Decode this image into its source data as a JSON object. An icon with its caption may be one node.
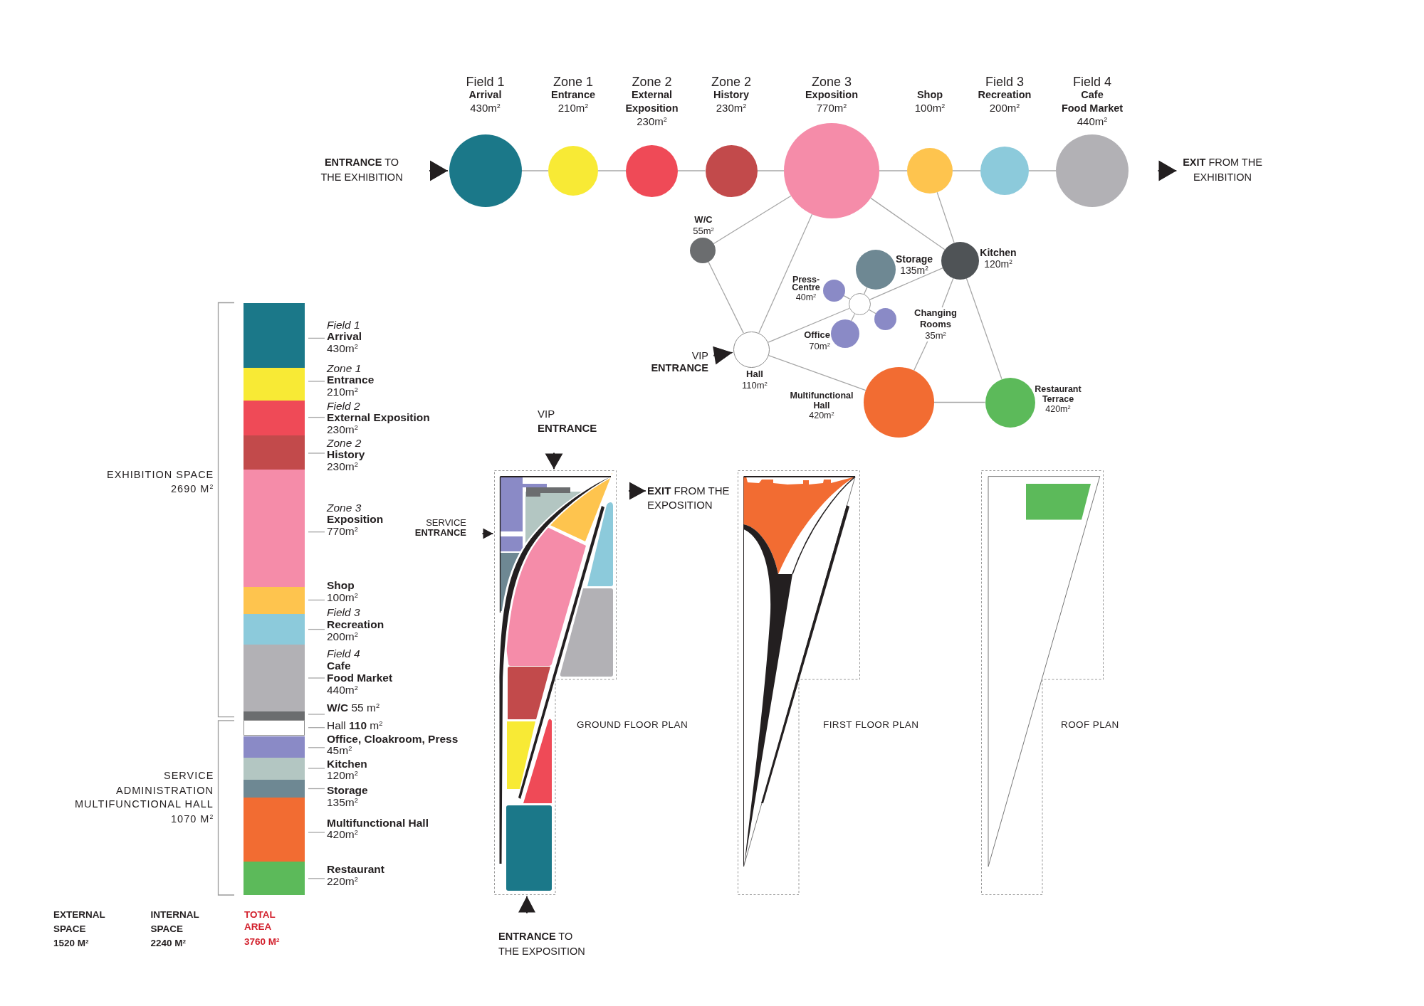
{
  "diagram": {
    "nodes": [
      {
        "text": [
          "**ENTRANCE** TO THE EXHIBITION"
        ]
      },
      {
        "text": [],
        "shape": "circle",
        "beside": [
          "Field 1",
          "Arrival",
          "430m$^{2}$"
        ]
      },
      {
        "text": [],
        "shape": "circle",
        "beside": [
          "Zone 1",
          "Entrance",
          "210m$^{2}$"
        ]
      },
      {
        "text": [],
        "shape": "circle",
        "beside": [
          "Zone 2",
          "External Exposition",
          "230m$^{2}$"
        ]
      },
      {
        "text": [],
        "shape": "circle",
        "beside": [
          "Zone 2",
          "History",
          "230m$^{2}$"
        ]
      },
      {
        "text": [],
        "shape": "circle",
        "beside": [
          "Zone 3",
          "Exposition",
          "770m$^{2}$"
        ]
      },
      {
        "text": [],
        "shape": "circle",
        "beside": [
          "Shop",
          "100m$^{2}$"
        ]
      },
      {
        "text": [],
        "shape": "circle",
        "beside": [
          "Field 3",
          "Recreation",
          "200m$^{2}$"
        ]
      },
      {
        "text": [],
        "shape": "circle",
        "beside": [
          "Field 4",
          "Cafe",
          "Food Market",
          "440m$^{2}$"
        ]
      },
      {
        "text": [
          "**EXIT** FROM THE EXHIBITION"
        ]
      },
      {
        "text": [],
        "shape": "circle",
        "beside": [
          "W/C",
          "55m$^{2}$"
        ]
      },
      {
        "text": [],
        "shape": "circle",
        "beside": [
          "Kitchen",
          "120m$^{2}$"
        ]
      },
      {
        "text": [],
        "shape": "circle",
        "beside": [
          "Storage",
          "135m$^{2}$"
        ]
      },
      {
        "text": [],
        "shape": "circle",
        "beside": [
          "Press-Centre",
          "40m$^{2}$"
        ]
      },
      {
        "text": [],
        "shape": "circle"
      },
      {
        "text": [],
        "shape": "circle"
      },
      {
        "text": [],
        "shape": "circle",
        "beside": [
          "Office",
          "70m$^{2}$"
        ]
      },
      {
        "text": [
          "Changing Rooms",
          "35m$^{2}$"
        ]
      },
      {
        "text": [
          "VIP **ENTRANCE**"
        ]
      },
      {
        "text": [],
        "shape": "circle",
        "beside": [
          "Hall",
          "110m$^{2}$"
        ]
      },
      {
        "text": [],
        "shape": "circle",
        "beside": [
          "Multifunctional Hall",
          "420m$^{2}$"
        ]
      },
      {
        "text": [],
        "shape": "circle",
        "beside": [
          "Restaurant Terrace",
          "420m$^{2}$"
        ]
      },
      {
        "text": [],
        "shape": "bar"
      },
      {
        "text": [
          "Field 1",
          "Arrival",
          "430m$^{2}$"
        ]
      },
      {
        "text": [],
        "shape": "bar"
      },
      {
        "text": [
          "Zone 1",
          "Entrance",
          "210m$^{2}$"
        ]
      },
      {
        "text": [],
        "shape": "bar"
      },
      {
        "text": [
          "Field 2",
          "External Exposition",
          "230m$^{2}$"
        ]
      },
      {
        "text": [],
        "shape": "bar"
      },
      {
        "text": [
          "Zone 2",
          "History",
          "230m$^{2}$"
        ]
      },
      {
        "text": [],
        "shape": "bar"
      },
      {
        "text": [
          "Zone 3",
          "Exposition",
          "770m$^{2}$"
        ]
      },
      {
        "text": [],
        "shape": "bar"
      },
      {
        "text": [
          "Shop",
          "100m$^{2}$"
        ]
      },
      {
        "text": [],
        "shape": "bar"
      },
      {
        "text": [
          "Field 3",
          "Recreation",
          "200m$^{2}$"
        ]
      },
      {
        "text": [],
        "shape": "bar"
      },
      {
        "text": [
          "Field 4",
          "Cafe",
          "Food Market",
          "440m$^{2}$"
        ]
      },
      {
        "text": [],
        "shape": "bar"
      },
      {
        "text": [
          "**W/C** 55 m$^{2}$"
        ]
      },
      {
        "text": [],
        "shape": "bar"
      },
      {
        "text": [
          "Hall **110** m$^{2}$"
        ]
      },
      {
        "text": [],
        "shape": "bar"
      },
      {
        "text": [
          "Office, Cloakroom, Press",
          "45m$^{2}$"
        ]
      },
      {
        "text": [],
        "shape": "bar"
      },
      {
        "text": [
          "Kitchen",
          "120m$^{2}$"
        ]
      },
      {
        "text": [],
        "shape": "bar"
      },
      {
        "text": [
          "Storage",
          "135m$^{2}$"
        ]
      },
      {
        "text": [],
        "shape": "bar"
      },
      {
        "text": [
          "Multifunctional Hall",
          "420m$^{2}$"
        ]
      },
      {
        "text": [],
        "shape": "bar"
      },
      {
        "text": [
          "Restaurant",
          "220m$^{2}$"
        ]
      },
      {
        "text": [
          "VIP **ENTRANCE**"
        ]
      },
      {
        "text": [
          "**EXIT** FROM THE EXPOSITION"
        ]
      },
      {
        "text": [
          "SERVICE **ENTRANCE**"
        ]
      },
      {
        "text": [],
        "shape": "picture",
        "beside": [
          "GROUND FLOOR PLAN"
        ]
      },
      {
        "text": [],
        "shape": "picture",
        "beside": [
          "FIRST FLOOR PLAN"
        ]
      },
      {
        "text": [],
        "shape": "picture",
        "beside": [
          "ROOF PLAN"
        ]
      },
      {
        "text": [
          "**ENTRANCE** TO THE EXPOSITION"
        ]
      }
    ],
    "edges": [
      {
        "from": 0,
        "to": 1,
        "arrow": "to",
        "color": "#231f20"
      },
      {
        "from": 1,
        "to": 2,
        "arrow": "none"
      },
      {
        "from": 2,
        "to": 3,
        "arrow": "none"
      },
      {
        "from": 3,
        "to": 4,
        "arrow": "none"
      },
      {
        "from": 4,
        "to": 5,
        "arrow": "none"
      },
      {
        "from": 5,
        "to": 6,
        "arrow": "none"
      },
      {
        "from": 6,
        "to": 7,
        "arrow": "none"
      },
      {
        "from": 7,
        "to": 8,
        "arrow": "none"
      },
      {
        "from": 8,
        "to": 9,
        "arrow": "to",
        "color": "#231f20"
      },
      {
        "from": 5,
        "to": 10,
        "arrow": "none"
      },
      {
        "from": 5,
        "to": 19,
        "arrow": "none"
      },
      {
        "from": 5,
        "to": 11,
        "arrow": "none"
      },
      {
        "from": 6,
        "to": 11,
        "arrow": "none"
      },
      {
        "from": 10,
        "to": 19,
        "arrow": "none"
      },
      {
        "from": 19,
        "to": 14,
        "arrow": "none"
      },
      {
        "from": 14,
        "to": 11,
        "arrow": "none"
      },
      {
        "from": 14,
        "to": 12,
        "arrow": "none"
      },
      {
        "from": 14,
        "to": 13,
        "arrow": "none"
      },
      {
        "from": 14,
        "to": 16,
        "arrow": "none"
      },
      {
        "from": 14,
        "to": 15,
        "arrow": "none"
      },
      {
        "from": 18,
        "to": 19,
        "arrow": "to",
        "color": "#231f20"
      },
      {
        "from": 19,
        "to": 20,
        "arrow": "none"
      },
      {
        "from": 11,
        "to": 17,
        "arrow": "none"
      },
      {
        "from": 17,
        "to": 20,
        "arrow": "none"
      },
      {
        "from": 11,
        "to": 21,
        "arrow": "none"
      },
      {
        "from": 20,
        "to": 21,
        "arrow": "none"
      },
      {
        "from": 23,
        "to": 22,
        "arrow": "none"
      },
      {
        "from": 25,
        "to": 24,
        "arrow": "none"
      },
      {
        "from": 27,
        "to": 26,
        "arrow": "none"
      },
      {
        "from": 29,
        "to": 28,
        "arrow": "none"
      },
      {
        "from": 31,
        "to": 30,
        "arrow": "none"
      },
      {
        "from": 33,
        "to": 32,
        "arrow": "none"
      },
      {
        "from": 35,
        "to": 34,
        "arrow": "none"
      },
      {
        "from": 37,
        "to": 36,
        "arrow": "none"
      },
      {
        "from": 39,
        "to": 38,
        "arrow": "none"
      },
      {
        "from": 41,
        "to": 40,
        "arrow": "none"
      },
      {
        "from": 43,
        "to": 42,
        "arrow": "none"
      },
      {
        "from": 45,
        "to": 44,
        "arrow": "none"
      },
      {
        "from": 47,
        "to": 46,
        "arrow": "none"
      },
      {
        "from": 49,
        "to": 48,
        "arrow": "none"
      },
      {
        "from": 51,
        "to": 50,
        "arrow": "none"
      },
      {
        "from": 52,
        "to": 55,
        "arrow": "to",
        "color": "#231f20"
      },
      {
        "from": 54,
        "to": 55,
        "arrow": "to",
        "color": "#231f20"
      },
      {
        "from": 55,
        "to": 53,
        "arrow": "to",
        "color": "#231f20"
      },
      {
        "from": 58,
        "to": 55,
        "arrow": "to",
        "color": "#231f20"
      }
    ],
    "labels": [
      "EXHIBITION SPACE",
      "2690 M$^{2}$",
      "SERVICE",
      "ADMINISTRATION",
      "MULTIFUNCTIONAL HALL",
      "1070 M$^{2}$",
      "EXTERNAL SPACE",
      "1520 M$^{2}$",
      "INTERNAL SPACE",
      "2240 M$^{2}$",
      "TOTAL AREA",
      "3760 M$^{2}$"
    ]
  }
}
